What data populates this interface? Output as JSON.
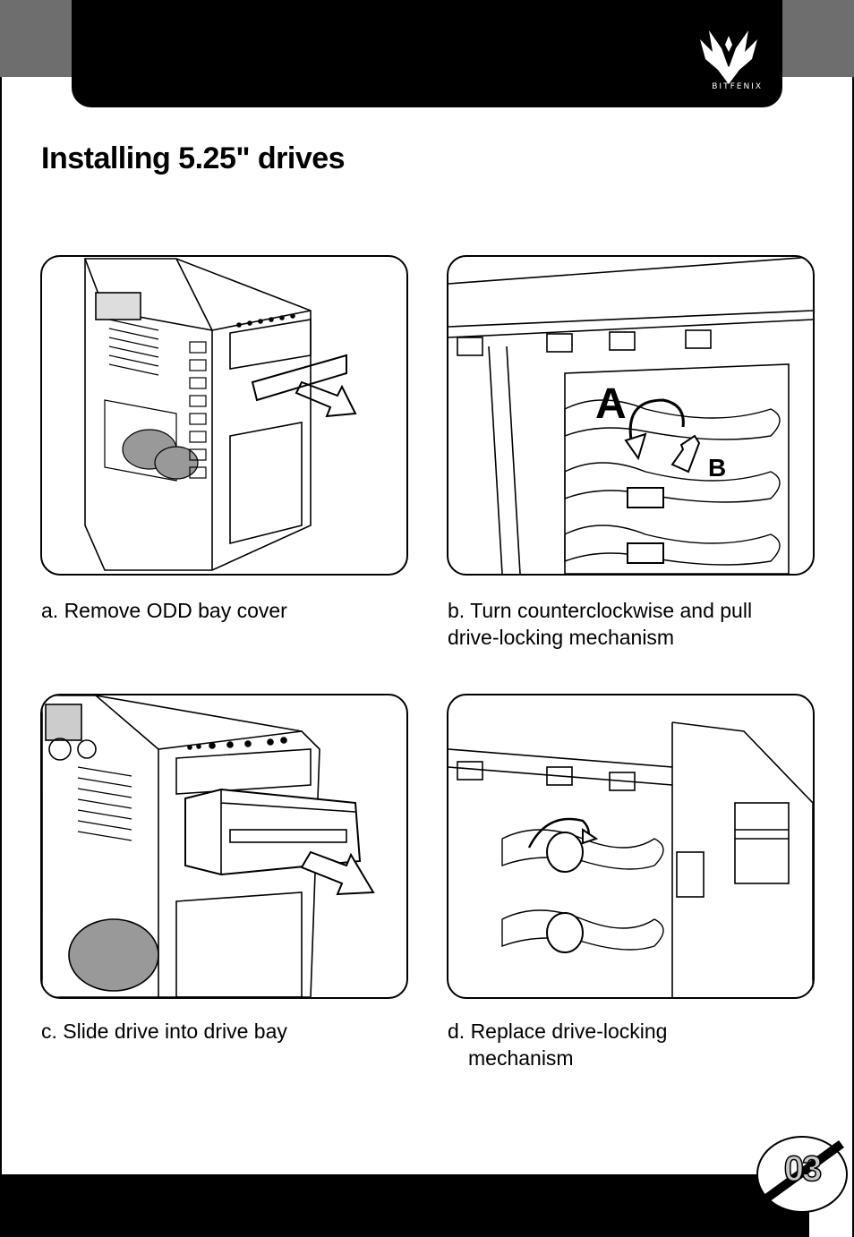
{
  "brand": {
    "logo_text": "BITFENIX"
  },
  "title": "Installing 5.25\" drives",
  "steps": {
    "a": {
      "caption": "a.  Remove ODD bay cover"
    },
    "b": {
      "caption": "b. Turn counterclockwise and pull drive-locking mechanism",
      "label_a": "A",
      "label_b": "B"
    },
    "c": {
      "caption": "c. Slide drive into drive bay"
    },
    "d": {
      "caption_line1": "d. Replace drive-locking",
      "caption_line2": "mechanism"
    }
  },
  "page_number": "03"
}
